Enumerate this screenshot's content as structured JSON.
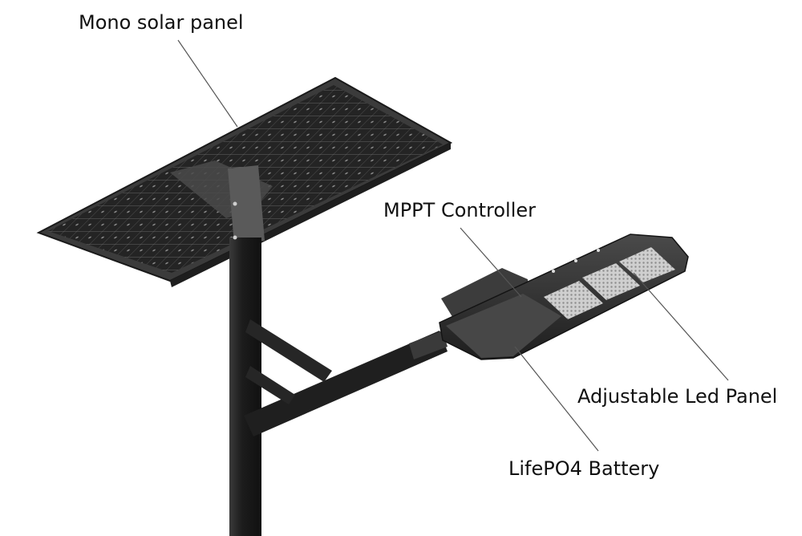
{
  "labels": {
    "solar_panel": "Mono solar panel",
    "mppt_controller": "MPPT Controller",
    "led_panel": "Adjustable Led Panel",
    "battery": "LifePO4 Battery"
  },
  "colors": {
    "pole": "#1c1c1c",
    "panel_frame": "#2a2a2a",
    "panel_cells": "#1a1a1a",
    "lamp_body": "#2b2b2b",
    "led_modules": "#bdbdbd",
    "leader_lines": "#555555",
    "text": "#111111"
  }
}
